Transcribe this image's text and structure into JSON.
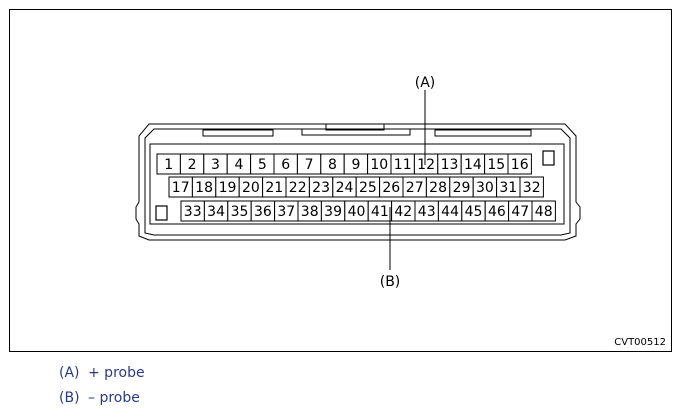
{
  "figure": {
    "code": "CVT00512",
    "callouts": [
      {
        "id": "A",
        "text": "(A)",
        "pin": "12"
      },
      {
        "id": "B",
        "text": "(B)",
        "pin": "26"
      }
    ],
    "connector": {
      "rows": [
        [
          "1",
          "2",
          "3",
          "4",
          "5",
          "6",
          "7",
          "8",
          "9",
          "10",
          "11",
          "12",
          "13",
          "14",
          "15",
          "16"
        ],
        [
          "17",
          "18",
          "19",
          "20",
          "21",
          "22",
          "23",
          "24",
          "25",
          "26",
          "27",
          "28",
          "29",
          "30",
          "31",
          "32"
        ],
        [
          "33",
          "34",
          "35",
          "36",
          "37",
          "38",
          "39",
          "40",
          "41",
          "42",
          "43",
          "44",
          "45",
          "46",
          "47",
          "48"
        ]
      ]
    }
  },
  "legend": [
    {
      "key": "(A)",
      "label": "+ probe"
    },
    {
      "key": "(B)",
      "label": "– probe"
    }
  ],
  "colors": {
    "line": "#000000",
    "legend_text": "#2b3a8c"
  }
}
